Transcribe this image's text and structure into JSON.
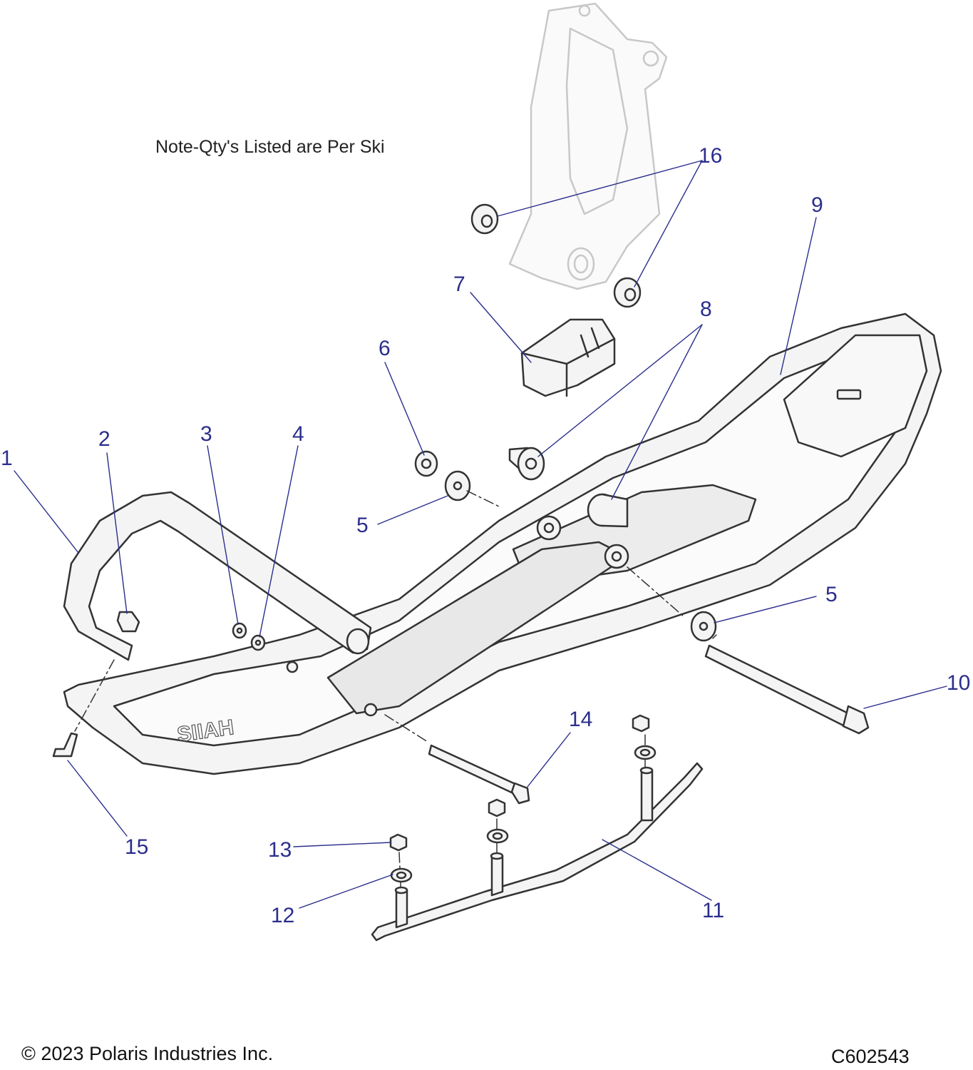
{
  "note": "Note-Qty's Listed are Per Ski",
  "copyright": "© 2023 Polaris Industries Inc.",
  "diagram_code": "C602543",
  "callouts": {
    "c1": "1",
    "c2": "2",
    "c3": "3",
    "c4": "4",
    "c5a": "5",
    "c5b": "5",
    "c6": "6",
    "c7": "7",
    "c8": "8",
    "c9": "9",
    "c10": "10",
    "c11": "11",
    "c12": "12",
    "c13": "13",
    "c14": "14",
    "c15": "15",
    "c16": "16"
  },
  "colors": {
    "callout": "#2b2e8c",
    "outline": "#333333",
    "part_fill": "#f4f4f4",
    "ghost": "#c8c8c8"
  }
}
